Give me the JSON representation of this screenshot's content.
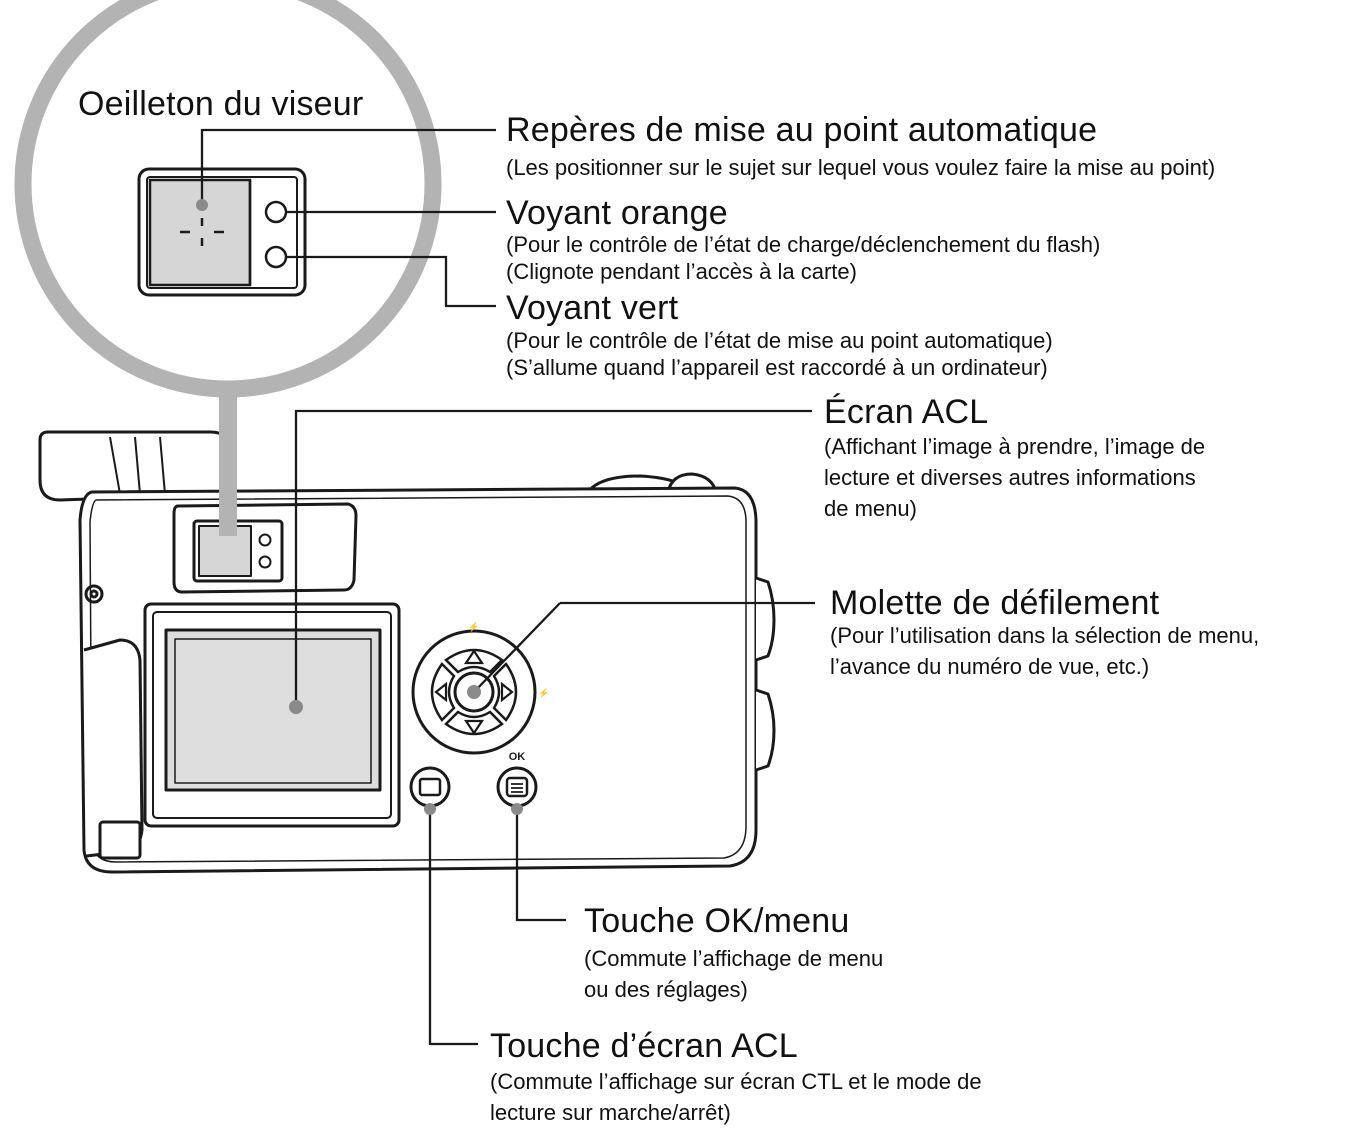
{
  "colors": {
    "line": "#1a1a1a",
    "magnifier": "#b3b3b3",
    "panel": "#d6d6d6",
    "lcd": "#dedede",
    "body": "#ffffff"
  },
  "viewfinder": {
    "title": "Oeilleton du viseur"
  },
  "callouts": {
    "af_marks": {
      "title": "Repères de mise au point automatique",
      "lines": [
        "(Les positionner sur le sujet sur lequel vous voulez faire la mise au point)"
      ]
    },
    "orange_lamp": {
      "title": "Voyant orange",
      "lines": [
        "(Pour le contrôle de l’état de charge/déclenchement du flash)",
        "(Clignote pendant l’accès à la carte)"
      ]
    },
    "green_lamp": {
      "title": "Voyant vert",
      "lines": [
        "(Pour le contrôle de l’état de mise au point automatique)",
        "(S’allume quand l’appareil est raccordé à un ordinateur)"
      ]
    },
    "lcd_screen": {
      "title": "Écran ACL",
      "lines": [
        "(Affichant l’image à prendre, l’image de",
        "lecture et diverses autres informations",
        "de menu)"
      ]
    },
    "scroll_dial": {
      "title": "Molette de défilement",
      "lines": [
        "(Pour l’utilisation dans la sélection de menu,",
        "l’avance du numéro de vue, etc.)"
      ]
    },
    "ok_menu_button": {
      "title": "Touche OK/menu",
      "lines": [
        "(Commute l’affichage de menu",
        "ou des réglages)"
      ]
    },
    "lcd_button": {
      "title": "Touche d’écran ACL",
      "lines": [
        "(Commute l’affichage sur écran CTL et le mode de",
        "lecture sur marche/arrêt)"
      ]
    }
  },
  "camera_marks": {
    "ok": "OK"
  },
  "icons": [
    "viewfinder-magnifier",
    "camera-back",
    "scroll-dial-icon",
    "lcd-button-icon",
    "ok-menu-button-icon",
    "af-crosshair-icon"
  ]
}
